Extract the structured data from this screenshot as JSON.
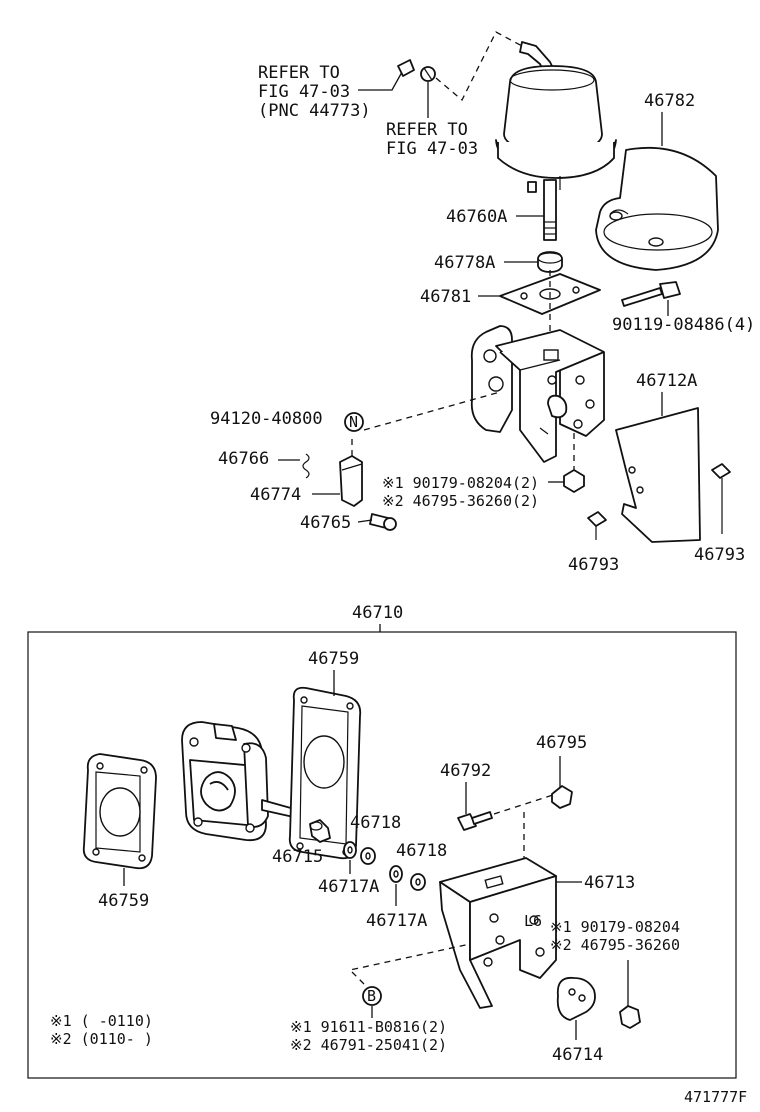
{
  "labels": {
    "refer1_line1": "REFER TO",
    "refer1_line2": "FIG 47-03",
    "refer1_line3": "(PNC 44773)",
    "refer2_line1": "REFER TO",
    "refer2_line2": "FIG 47-03",
    "p46782": "46782",
    "p46760A": "46760A",
    "p46778A": "46778A",
    "p46781": "46781",
    "p90119": "90119-08486(4)",
    "p46712A": "46712A",
    "p94120": "94120-40800",
    "p46766": "46766",
    "p46774": "46774",
    "p46765": "46765",
    "p90179_2": "※1 90179-08204(2)",
    "p46795_2": "※2 46795-36260(2)",
    "p46793a": "46793",
    "p46793b": "46793",
    "p46710": "46710",
    "p46759a": "46759",
    "p46759b": "46759",
    "p46715": "46715",
    "p46718a": "46718",
    "p46718b": "46718",
    "p46717Aa": "46717A",
    "p46717Ab": "46717A",
    "p46792": "46792",
    "p46795": "46795",
    "p46713": "46713",
    "p90179": "※1 90179-08204",
    "p46795b": "※2 46795-36260",
    "p91611": "※1 91611-B0816(2)",
    "p46791": "※2 46791-25041(2)",
    "p46714": "46714",
    "note1": "※1 (       -0110)",
    "note2": "※2 (0110-       )",
    "marker_n": "N",
    "marker_b": "B",
    "fig_id": "471777F"
  }
}
